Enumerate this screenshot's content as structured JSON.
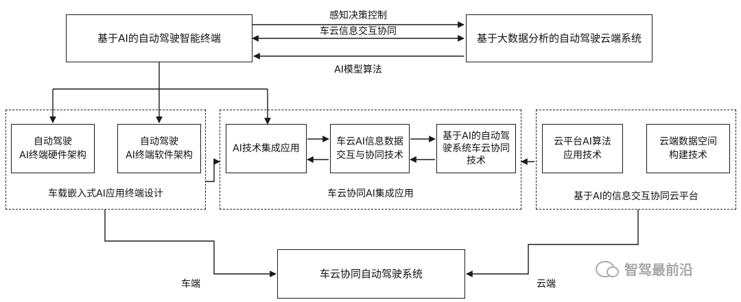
{
  "diagram": {
    "top_left_box": "基于AI的自动驾驶智能终端",
    "top_right_box": "基于大数据分析的自动驾驶云端系统",
    "edge_top": "感知决策控制",
    "edge_middle": "车云信息交互协同",
    "edge_bottom": "AI模型算法",
    "left_group": {
      "caption": "车载嵌入式AI应用终端设计",
      "box1": [
        "自动驾驶",
        "AI终端硬件架构"
      ],
      "box2": [
        "自动驾驶",
        "AI终端软件架构"
      ]
    },
    "middle_group": {
      "caption": "车云协同AI集成应用",
      "box1": [
        "AI技术集成应用"
      ],
      "box2": [
        "车云AI信息数据",
        "交互与协同技术"
      ],
      "box3": [
        "基于AI的自动驾",
        "驶系统车云协同",
        "技术"
      ]
    },
    "right_group": {
      "caption": "基于AI的信息交互协同云平台",
      "box1": [
        "云平台AI算法",
        "应用技术"
      ],
      "box2": [
        "云端数据空间",
        "构建技术"
      ]
    },
    "bottom_box": "车云协同自动驾驶系统",
    "label_vehicle": "车端",
    "label_cloud": "云端"
  },
  "watermark": "智驾最前沿"
}
